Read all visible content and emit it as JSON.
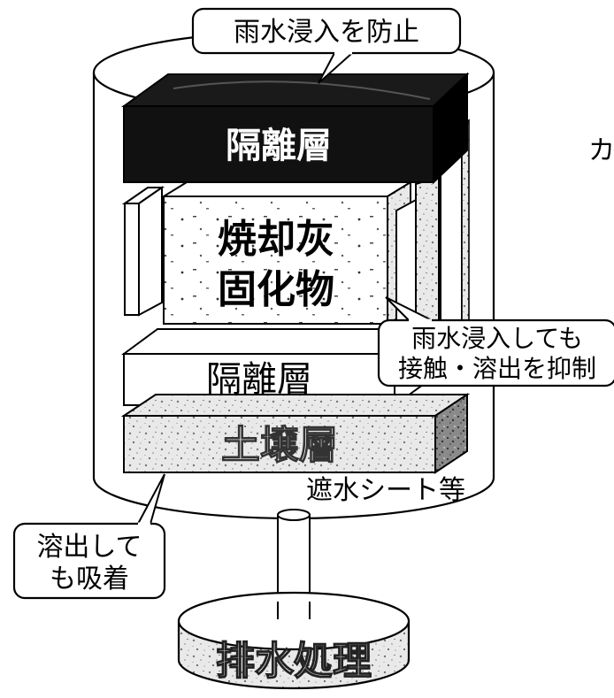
{
  "labels": {
    "prevent_rain": "雨水浸入を防止",
    "top_separation_layer": "隔離層",
    "ash_line1": "焼却灰",
    "ash_line2": "固化物",
    "suppress_line1": "雨水浸入しても",
    "suppress_line2": "接触・溶出を抑制",
    "mid_separation_layer": "隔離層",
    "soil_layer": "土壌層",
    "waterproof_sheet": "遮水シート等",
    "adsorb_line1": "溶出して",
    "adsorb_line2": "も吸着",
    "drainage": "排水処理",
    "edge_fragment": "カ"
  },
  "colors": {
    "black_layer": "#111111",
    "stroke": "#000000",
    "paper": "#ffffff",
    "speckle": "#c8c8c8"
  }
}
